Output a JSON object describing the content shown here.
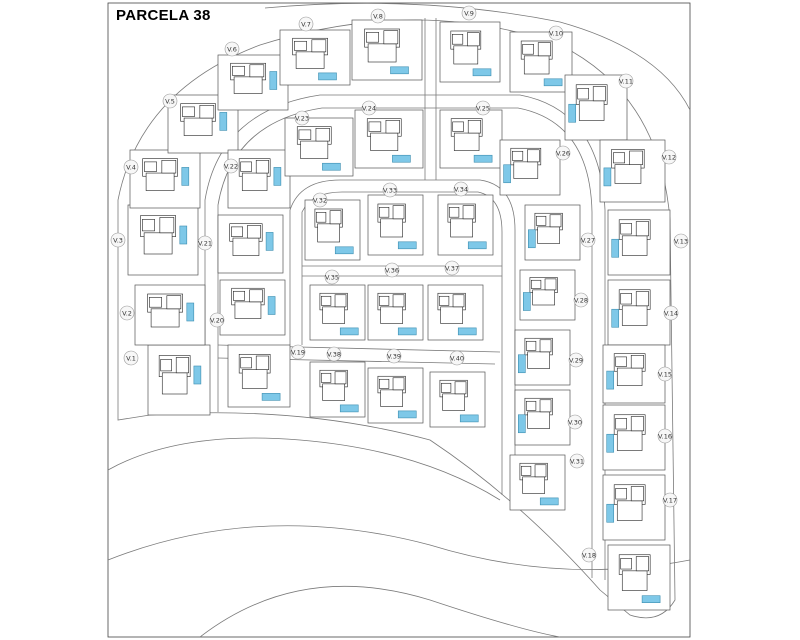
{
  "title": "PARCELA 38",
  "villas": [
    {
      "id": "V.1"
    },
    {
      "id": "V.2"
    },
    {
      "id": "V.3"
    },
    {
      "id": "V.4"
    },
    {
      "id": "V.5"
    },
    {
      "id": "V.6"
    },
    {
      "id": "V.7"
    },
    {
      "id": "V.8"
    },
    {
      "id": "V.9"
    },
    {
      "id": "V.10"
    },
    {
      "id": "V.11"
    },
    {
      "id": "V.12"
    },
    {
      "id": "V.13"
    },
    {
      "id": "V.14"
    },
    {
      "id": "V.15"
    },
    {
      "id": "V.16"
    },
    {
      "id": "V.17"
    },
    {
      "id": "V.18"
    },
    {
      "id": "V.19"
    },
    {
      "id": "V.20"
    },
    {
      "id": "V.21"
    },
    {
      "id": "V.22"
    },
    {
      "id": "V.23"
    },
    {
      "id": "V.24"
    },
    {
      "id": "V.25"
    },
    {
      "id": "V.26"
    },
    {
      "id": "V.27"
    },
    {
      "id": "V.28"
    },
    {
      "id": "V.29"
    },
    {
      "id": "V.30"
    },
    {
      "id": "V.31"
    },
    {
      "id": "V.32"
    },
    {
      "id": "V.33"
    },
    {
      "id": "V.34"
    },
    {
      "id": "V.35"
    },
    {
      "id": "V.36"
    },
    {
      "id": "V.37"
    },
    {
      "id": "V.38"
    },
    {
      "id": "V.39"
    },
    {
      "id": "V.40"
    }
  ],
  "colors": {
    "pool": "#7ec8e8",
    "line": "#555555",
    "background": "#ffffff"
  }
}
